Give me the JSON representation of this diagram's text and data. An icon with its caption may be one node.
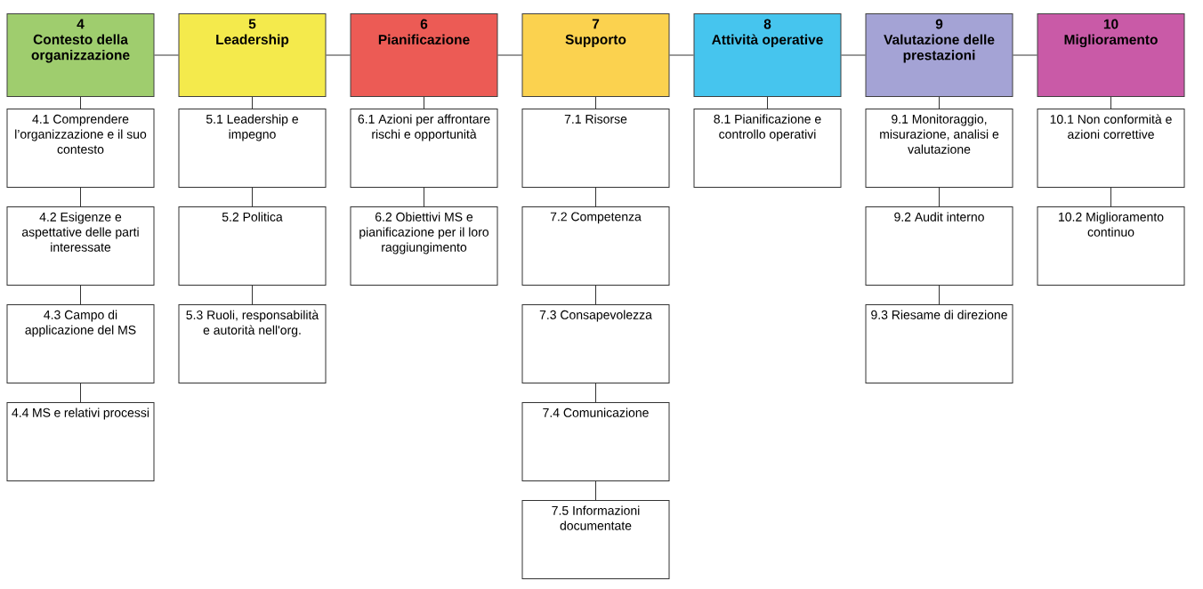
{
  "diagram": {
    "nodes": [
      {
        "text": [
          "4",
          "Contesto della organizzazione"
        ]
      },
      {
        "text": [
          "4.1 Comprendere l’organizzazione e il suo contesto"
        ]
      },
      {
        "text": [
          "4.2 Esigenze e aspettative delle parti interessate"
        ]
      },
      {
        "text": [
          "4.3 Campo di applicazione del MS"
        ]
      },
      {
        "text": [
          "4.4 MS e relativi processi"
        ]
      },
      {
        "text": [
          "5",
          "Leadership"
        ]
      },
      {
        "text": [
          "5.1 Leadership e impegno"
        ]
      },
      {
        "text": [
          "5.2 Politica"
        ]
      },
      {
        "text": [
          "5.3 Ruoli, responsabilità e autorità nell'org."
        ]
      },
      {
        "text": [
          "6",
          "Pianificazione"
        ]
      },
      {
        "text": [
          "6.1 Azioni per affrontare rischi e opportunità"
        ]
      },
      {
        "text": [
          "6.2 Obiettivi MS e pianificazione per il loro raggiungimento"
        ]
      },
      {
        "text": [
          "7",
          "Supporto"
        ]
      },
      {
        "text": [
          "7.1 Risorse"
        ]
      },
      {
        "text": [
          "7.2 Competenza"
        ]
      },
      {
        "text": [
          "7.3 Consapevolezza"
        ]
      },
      {
        "text": [
          "7.4 Comunicazione"
        ]
      },
      {
        "text": [
          "7.5 Informazioni documentate"
        ]
      },
      {
        "text": [
          "8",
          "Attività operative"
        ]
      },
      {
        "text": [
          "8.1 Pianificazione e controllo operativi"
        ]
      },
      {
        "text": [
          "9",
          "Valutazione delle prestazioni"
        ]
      },
      {
        "text": [
          "9.1 Monitoraggio, misurazione, analisi e valutazione"
        ]
      },
      {
        "text": [
          "9.2 Audit interno"
        ]
      },
      {
        "text": [
          "9.3 Riesame di direzione"
        ]
      },
      {
        "text": [
          "10",
          "Miglioramento"
        ]
      },
      {
        "text": [
          "10.1 Non conformità e azioni correttive"
        ]
      },
      {
        "text": [
          "10.2 Miglioramento continuo"
        ]
      }
    ],
    "edges": [
      {
        "from": 0,
        "to": 5,
        "arrow": "none"
      },
      {
        "from": 5,
        "to": 9,
        "arrow": "none"
      },
      {
        "from": 9,
        "to": 12,
        "arrow": "none"
      },
      {
        "from": 12,
        "to": 18,
        "arrow": "none"
      },
      {
        "from": 18,
        "to": 20,
        "arrow": "none"
      },
      {
        "from": 20,
        "to": 24,
        "arrow": "none"
      },
      {
        "from": 0,
        "to": 1,
        "arrow": "none"
      },
      {
        "from": 1,
        "to": 2,
        "arrow": "none"
      },
      {
        "from": 2,
        "to": 3,
        "arrow": "none"
      },
      {
        "from": 3,
        "to": 4,
        "arrow": "none"
      },
      {
        "from": 5,
        "to": 6,
        "arrow": "none"
      },
      {
        "from": 6,
        "to": 7,
        "arrow": "none"
      },
      {
        "from": 7,
        "to": 8,
        "arrow": "none"
      },
      {
        "from": 9,
        "to": 10,
        "arrow": "none"
      },
      {
        "from": 10,
        "to": 11,
        "arrow": "none"
      },
      {
        "from": 12,
        "to": 13,
        "arrow": "none"
      },
      {
        "from": 13,
        "to": 14,
        "arrow": "none"
      },
      {
        "from": 14,
        "to": 15,
        "arrow": "none"
      },
      {
        "from": 15,
        "to": 16,
        "arrow": "none"
      },
      {
        "from": 16,
        "to": 17,
        "arrow": "none"
      },
      {
        "from": 18,
        "to": 19,
        "arrow": "none"
      },
      {
        "from": 20,
        "to": 21,
        "arrow": "none"
      },
      {
        "from": 21,
        "to": 22,
        "arrow": "none"
      },
      {
        "from": 22,
        "to": 23,
        "arrow": "none"
      },
      {
        "from": 24,
        "to": 25,
        "arrow": "none"
      },
      {
        "from": 25,
        "to": 26,
        "arrow": "none"
      }
    ]
  }
}
